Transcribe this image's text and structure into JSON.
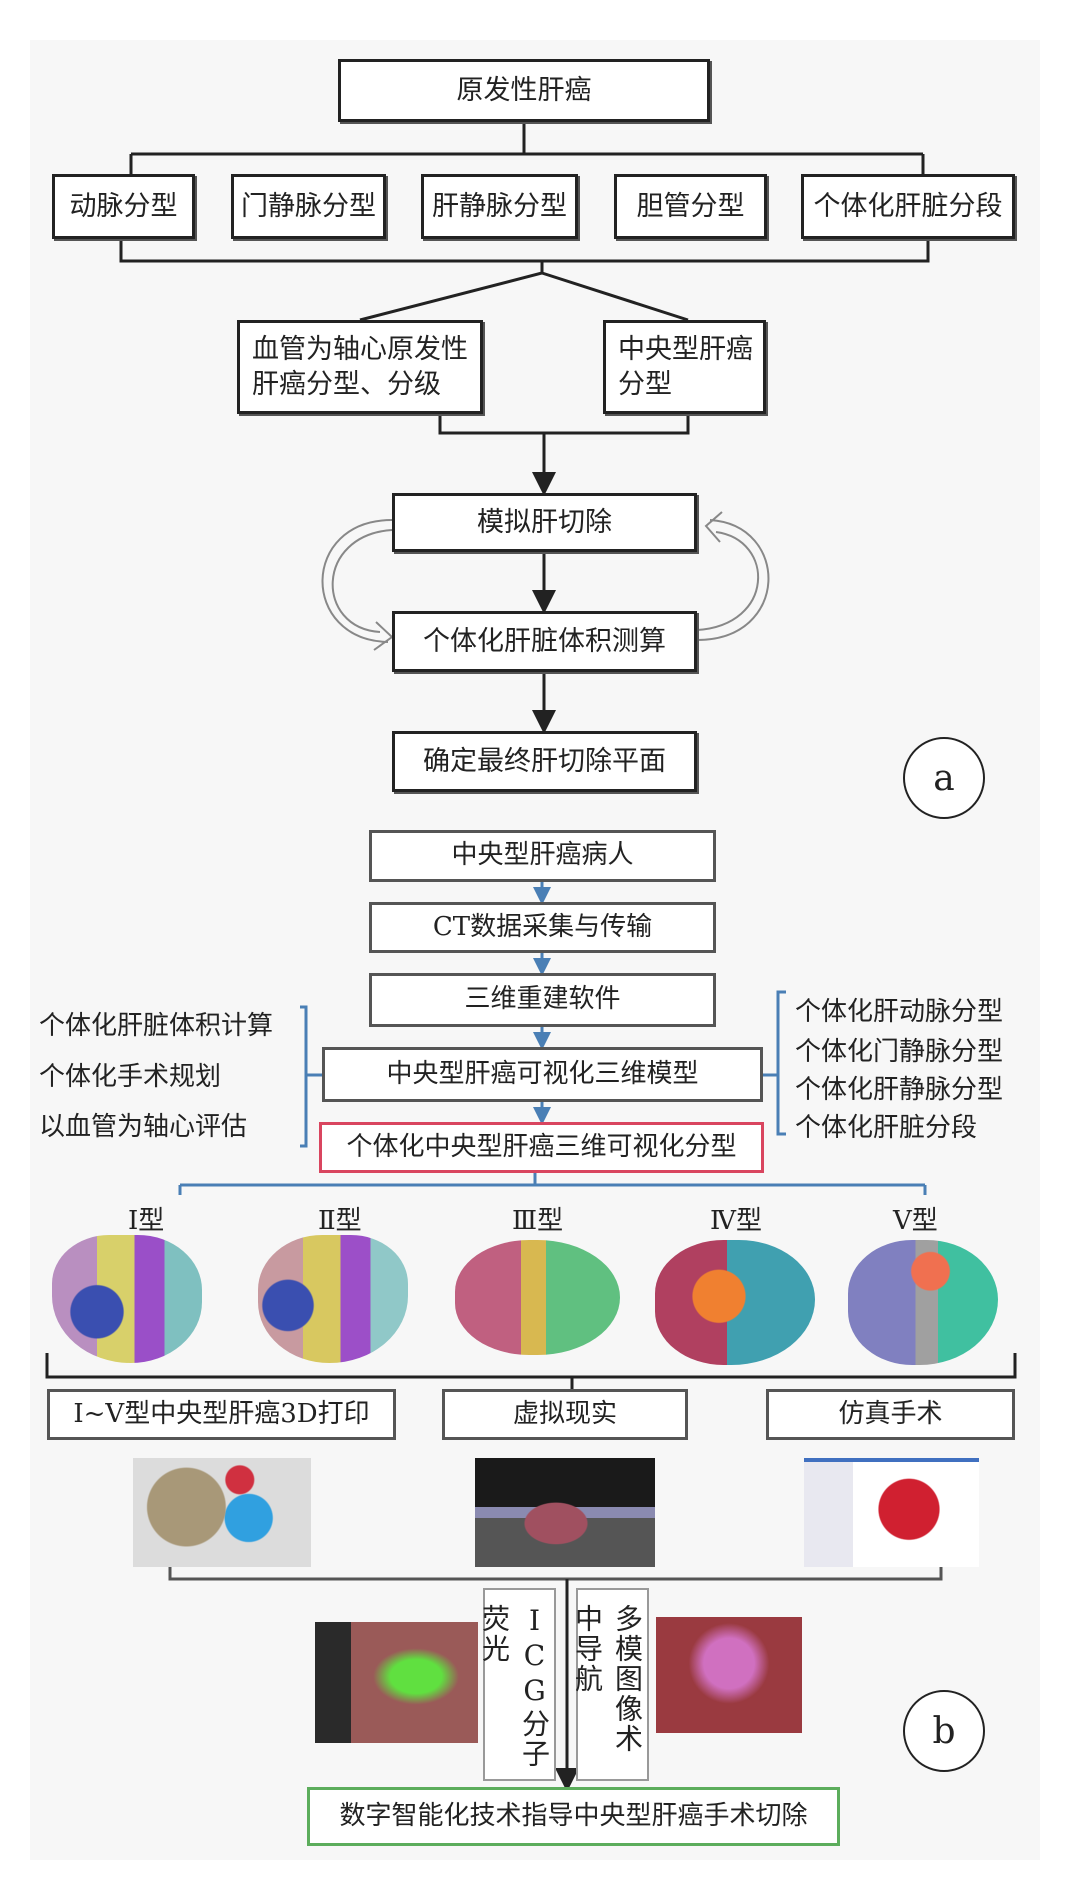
{
  "part_a": {
    "root": "原发性肝癌",
    "types": [
      "动脉分型",
      "门静脉分型",
      "肝静脉分型",
      "胆管分型",
      "个体化肝脏分段"
    ],
    "classification": [
      "血管为轴心原发性肝癌分型、分级",
      "中央型肝癌分型"
    ],
    "simulate": "模拟肝切除",
    "volume": "个体化肝脏体积测算",
    "final": "确定最终肝切除平面",
    "label": "a"
  },
  "part_b": {
    "steps": [
      "中央型肝癌病人",
      "CT数据采集与传输",
      "三维重建软件",
      "中央型肝癌可视化三维模型"
    ],
    "typing": "个体化中央型肝癌三维可视化分型",
    "left_notes": [
      "个体化肝脏体积计算",
      "个体化手术规划",
      "以血管为轴心评估"
    ],
    "right_notes": [
      "个体化肝动脉分型",
      "个体化门静脉分型",
      "个体化肝静脉分型",
      "个体化肝脏分段"
    ],
    "type_labels": [
      "Ⅰ型",
      "Ⅱ型",
      "Ⅲ型",
      "Ⅳ型",
      "Ⅴ型"
    ],
    "techniques": [
      "Ⅰ~Ⅴ型中央型肝癌3D打印",
      "虚拟现实",
      "仿真手术"
    ],
    "navigation": [
      "ICG分子荧光",
      "多模图像术中导航"
    ],
    "final": "数字智能化技术指导中央型肝癌手术切除",
    "label": "b"
  },
  "colors": {
    "line": "#222222",
    "blue": "#4a7fb5",
    "red": "#d9455f",
    "green": "#5cad5c"
  }
}
